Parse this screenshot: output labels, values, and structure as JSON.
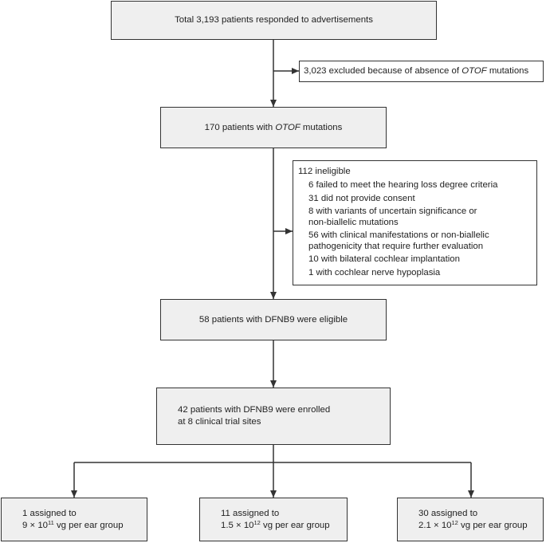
{
  "responded": {
    "text": "Total 3,193 patients responded to advertisements"
  },
  "excluded": {
    "prefix": "3,023 excluded because of absence of ",
    "gene": "OTOF",
    "suffix": " mutations"
  },
  "with_mutations": {
    "prefix": "170 patients with ",
    "gene": "OTOF",
    "suffix": " mutations"
  },
  "ineligible": {
    "title": "112 ineligible",
    "items": [
      {
        "lines": [
          "6 failed to meet the hearing loss degree criteria"
        ]
      },
      {
        "lines": [
          "31 did not provide consent"
        ]
      },
      {
        "lines": [
          "8 with variants of uncertain significance or",
          "non-biallelic mutations"
        ]
      },
      {
        "lines": [
          "56 with clinical manifestations or non-biallelic",
          "pathogenicity that require further evaluation"
        ]
      },
      {
        "lines": [
          "10 with bilateral cochlear implantation"
        ]
      },
      {
        "lines": [
          "1 with cochlear nerve hypoplasia"
        ]
      }
    ]
  },
  "eligible": {
    "text": "58 patients with DFNB9 were eligible"
  },
  "enrolled": {
    "line1": "42 patients with DFNB9 were enrolled",
    "line2": "at 8 clinical trial sites"
  },
  "groups": [
    {
      "assigned": "1 assigned to",
      "base": "9 × 10",
      "exp": "11",
      "unit": " vg per ear group"
    },
    {
      "assigned": "11 assigned to",
      "base": "1.5 × 10",
      "exp": "12",
      "unit": " vg per ear group"
    },
    {
      "assigned": "30 assigned to",
      "base": "2.1 × 10",
      "exp": "12",
      "unit": " vg per ear group"
    }
  ],
  "colors": {
    "box_fill": "#efefef",
    "stroke": "#333333"
  }
}
